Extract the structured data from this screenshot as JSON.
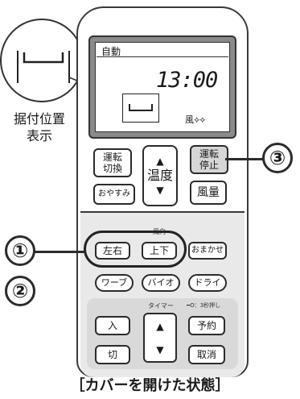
{
  "lcd": {
    "mode": "自動",
    "time": "13:00",
    "fan_indicator": "風⟡⟡"
  },
  "zoom": {
    "label_line1": "据付位置",
    "label_line2": "表示"
  },
  "buttons": {
    "unten_kirikae": "運転\n切換",
    "temp_up": "▲",
    "temp_label": "温度",
    "temp_down": "▼",
    "unten_teishi": "運転\n停止",
    "oyasumi": "おやすみ",
    "furyou": "風量",
    "left_right": "左右",
    "up_down": "上下",
    "omakase": "おまかせ",
    "wave": "ワーブ",
    "bio": "バイオ",
    "dry": "ドライ",
    "iri": "入",
    "timer_up": "▲",
    "yoyaku": "予約",
    "kiri": "切",
    "timer_down": "▼",
    "torikeshi": "取消"
  },
  "labels": {
    "fuuko": "風向",
    "timer": "タイマー",
    "sanbyou": "━O：3秒押し"
  },
  "callouts": [
    "③",
    "①",
    "②"
  ],
  "caption": "［カバーを開けた状態］"
}
